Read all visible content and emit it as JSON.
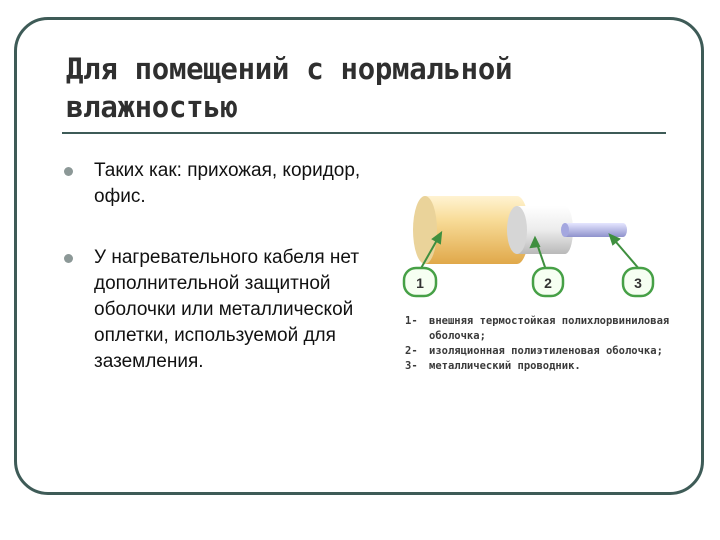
{
  "slide": {
    "title": "Для помещений с нормальной влажностью",
    "bullets": [
      "Таких как: прихожая, коридор, офис.",
      "У нагревательного кабеля нет дополнительной защитной оболочки или металлической оплетки, используемой для заземления."
    ]
  },
  "diagram": {
    "callouts": [
      "1",
      "2",
      "3"
    ],
    "legend": [
      {
        "num": "1-",
        "text": "внешняя термостойкая поли­хлорвиниловая оболочка;"
      },
      {
        "num": "2-",
        "text": "изоляционная полиэтиленовая оболочка;"
      },
      {
        "num": "3-",
        "text": "металлический проводник."
      }
    ],
    "colors": {
      "outer_sheath": "#f2c977",
      "insulation": "#e6e6e6",
      "conductor": "#b5b8e8",
      "callout_border": "#46a046",
      "arrow": "#3f8f3f"
    }
  }
}
